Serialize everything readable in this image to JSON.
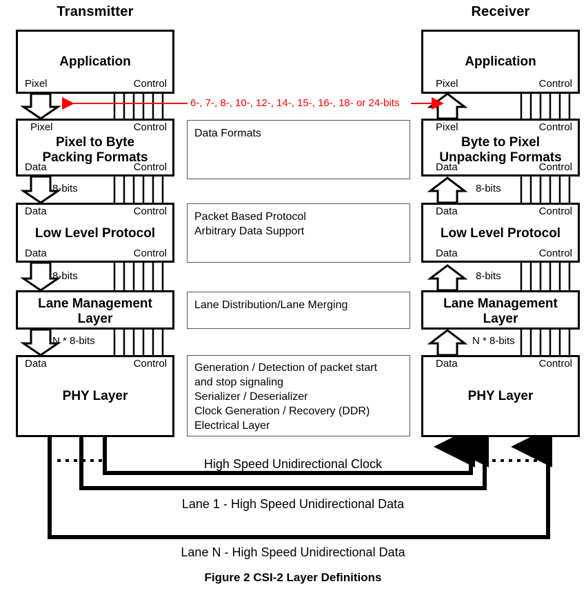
{
  "figure": {
    "caption": "Figure 2 CSI-2 Layer Definitions"
  },
  "columns": {
    "transmitter": {
      "title": "Transmitter"
    },
    "receiver": {
      "title": "Receiver"
    }
  },
  "transmitter": {
    "layers": [
      {
        "name": "application",
        "title": "Application",
        "top_left_port": "",
        "top_right_port": "",
        "bottom_left_port": "Pixel",
        "bottom_right_port": "Control"
      },
      {
        "name": "pixel-to-byte-packing-formats",
        "title": "Pixel to Byte\nPacking Formats",
        "title_line1": "Pixel to Byte",
        "title_line2": "Packing Formats",
        "top_left_port": "Pixel",
        "top_right_port": "Control",
        "bottom_left_port": "Data",
        "bottom_right_port": "Control"
      },
      {
        "name": "low-level-protocol",
        "title": "Low Level Protocol",
        "top_left_port": "Data",
        "top_right_port": "Control",
        "bottom_left_port": "Data",
        "bottom_right_port": "Control"
      },
      {
        "name": "lane-management-layer",
        "title_line1": "Lane Management",
        "title_line2": "Layer",
        "top_left_port": "",
        "top_right_port": "",
        "bottom_left_port": "",
        "bottom_right_port": ""
      },
      {
        "name": "phy-layer",
        "title": "PHY Layer",
        "top_left_port": "Data",
        "top_right_port": "Control",
        "bottom_left_port": "",
        "bottom_right_port": ""
      }
    ],
    "bus_labels": [
      "8-bits",
      "8-bits",
      "N * 8-bits"
    ]
  },
  "receiver": {
    "layers": [
      {
        "name": "application",
        "title": "Application",
        "bottom_left_port": "Pixel",
        "bottom_right_port": "Control"
      },
      {
        "name": "byte-to-pixel-unpacking-formats",
        "title_line1": "Byte to Pixel",
        "title_line2": "Unpacking Formats",
        "top_left_port": "Pixel",
        "top_right_port": "Control",
        "bottom_left_port": "Data",
        "bottom_right_port": "Control"
      },
      {
        "name": "low-level-protocol",
        "title": "Low Level Protocol",
        "top_left_port": "Data",
        "top_right_port": "Control",
        "bottom_left_port": "Data",
        "bottom_right_port": "Control"
      },
      {
        "name": "lane-management-layer",
        "title_line1": "Lane Management",
        "title_line2": "Layer",
        "top_left_port": "",
        "top_right_port": "",
        "bottom_left_port": "",
        "bottom_right_port": ""
      },
      {
        "name": "phy-layer",
        "title": "PHY Layer",
        "top_left_port": "Data",
        "top_right_port": "Control"
      }
    ],
    "bus_labels": [
      "8-bits",
      "8-bits",
      "N * 8-bits"
    ]
  },
  "annotations": {
    "bit_depths": "6-, 7-, 8-, 10-, 12-, 14-, 15-, 16-, 18- or 24-bits",
    "bit_depths_color": "#ff0000"
  },
  "descriptions": [
    {
      "name": "data-formats",
      "lines": "Data Formats"
    },
    {
      "name": "protocol-description",
      "lines": "Packet Based Protocol\nArbitrary Data Support"
    },
    {
      "name": "lane-description",
      "lines": "Lane Distribution/Lane Merging"
    },
    {
      "name": "phy-description",
      "lines": "Generation / Detection of packet start\nand stop signaling\nSerializer / Deserializer\nClock Generation / Recovery (DDR)\nElectrical Layer"
    }
  ],
  "links": [
    {
      "name": "clock-link",
      "label": "High Speed Unidirectional Clock"
    },
    {
      "name": "lane-1-link",
      "label": "Lane 1 - High Speed Unidirectional Data"
    },
    {
      "name": "lane-n-link",
      "label": "Lane N - High Speed Unidirectional Data"
    }
  ],
  "colors": {
    "stroke": "#000000",
    "description_border": "#555555",
    "accent_red": "#ff0000",
    "background": "#ffffff"
  }
}
